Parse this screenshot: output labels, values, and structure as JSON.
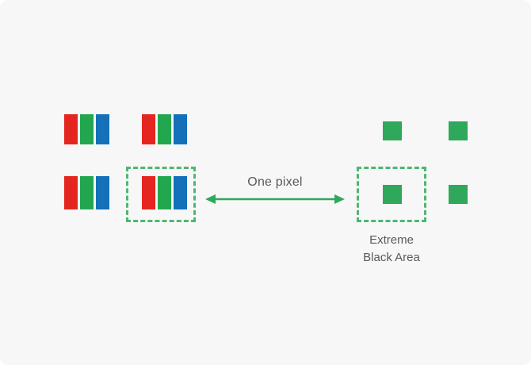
{
  "diagram": {
    "background_color": "#f7f7f7",
    "subpixel_colors": {
      "red": "#e52620",
      "green": "#22a74f",
      "blue": "#1470b8"
    },
    "accent_green": "#2fa85c",
    "dash_green": "#4cb871",
    "label_gray": "#58595b",
    "pixel_groups": [
      {
        "id": "top-left",
        "stripes": [
          "red",
          "green",
          "blue"
        ],
        "highlighted": false
      },
      {
        "id": "top-right",
        "stripes": [
          "red",
          "green",
          "blue"
        ],
        "highlighted": false
      },
      {
        "id": "bottom-left",
        "stripes": [
          "red",
          "green",
          "blue"
        ],
        "highlighted": false
      },
      {
        "id": "bottom-right",
        "stripes": [
          "red",
          "green",
          "blue"
        ],
        "highlighted": true
      }
    ],
    "black_area_squares": [
      {
        "id": "top-left",
        "highlighted": false
      },
      {
        "id": "top-right",
        "highlighted": false
      },
      {
        "id": "bottom-left",
        "highlighted": true
      },
      {
        "id": "bottom-right",
        "highlighted": false
      }
    ],
    "arrow": {
      "label": "One pixel",
      "direction": "double",
      "color": "#2fa85c"
    },
    "caption": {
      "line1": "Extreme",
      "line2": "Black Area"
    }
  }
}
